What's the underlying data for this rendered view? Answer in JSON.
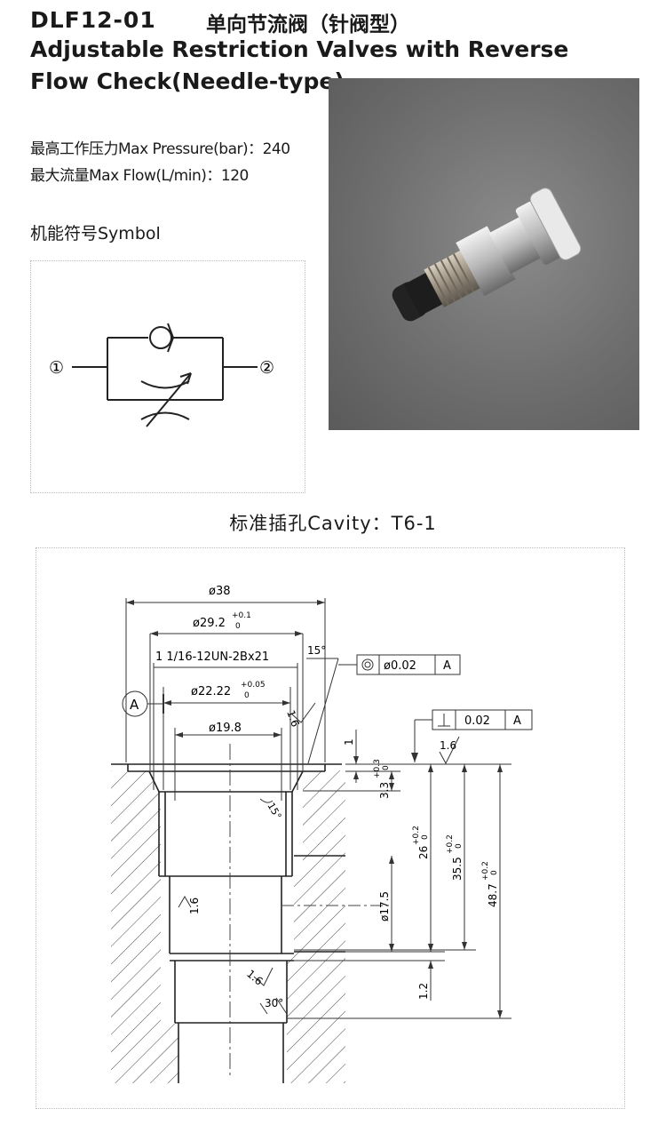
{
  "header": {
    "model": "DLF12-01",
    "title_cn": "单向节流阀（针阀型）",
    "title_en": "Adjustable Restriction Valves with Reverse Flow Check(Needle-type)"
  },
  "specs": {
    "max_pressure": "最高工作压力Max Pressure(bar)：240",
    "max_flow": "最大流量Max Flow(L/min)：120"
  },
  "symbol": {
    "heading": "机能符号Symbol",
    "port1": "①",
    "port2": "②"
  },
  "cavity": {
    "heading": "标准插孔Cavity：T6-1",
    "dims": {
      "d38": "ø38",
      "d29": "ø29.2",
      "d29_tol_up": "+0.1",
      "d29_tol_dn": "0",
      "thread": "1  1/16-12UN-2Bx21",
      "angle15": "15°",
      "d22": "ø22.22",
      "d22_tol_up": "+0.05",
      "d22_tol_dn": "0",
      "d19": "ø19.8",
      "datum": "A",
      "concentric_tol": "ø0.02",
      "concentric_ref": "A",
      "perp_tol": "0.02",
      "perp_ref": "A",
      "rough_top": "1.6",
      "rough_chamfer": "1.6",
      "rough_bore": "1.6",
      "rough_low": "1.6",
      "one": "1",
      "d33": "3.3",
      "d33_tol": "+0.3",
      "d33_tol_dn": "0",
      "d26": "26",
      "d26_tol_up": "+0.2",
      "d26_tol_dn": "0",
      "d355": "35.5",
      "d355_tol_up": "+0.2",
      "d355_tol_dn": "0",
      "d487": "48.7",
      "d487_tol_up": "+0.2",
      "d487_tol_dn": "0",
      "d175": "ø17.5",
      "d12": "1.2",
      "angle_small": "15°",
      "angle30": "30°"
    }
  }
}
